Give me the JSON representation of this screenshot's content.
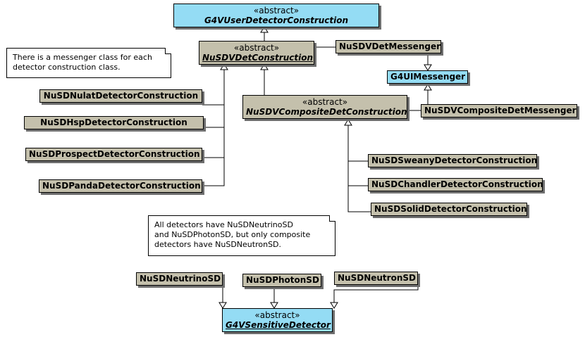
{
  "colors": {
    "abstract_fill": "#94dcf4",
    "concrete_fill": "#c4c0ac",
    "interface_fill": "#94dcf4",
    "shadow": "#6e6e6e"
  },
  "stereotype": "«abstract»",
  "classes": {
    "g4v_user_detector_construction": "G4VUserDetectorConstruction",
    "nusdv_det_construction": "NuSDVDetConstruction",
    "nusdv_det_messenger": "NuSDVDetMessenger",
    "g4ui_messenger": "G4UIMessenger",
    "nusdv_composite_det_construction": "NuSDVCompositeDetConstruction",
    "nusdv_composite_det_messenger": "NuSDVCompositeDetMessenger",
    "nusd_nulat": "NuSDNulatDetectorConstruction",
    "nusd_hsp": "NuSDHspDetectorConstruction",
    "nusd_prospect": "NuSDProspectDetectorConstruction",
    "nusd_panda": "NuSDPandaDetectorConstruction",
    "nusd_sweany": "NuSDSweanyDetectorConstruction",
    "nusd_chandler": "NuSDChandlerDetectorConstruction",
    "nusd_solid": "NuSDSolidDetectorConstruction",
    "nusd_neutrino_sd": "NuSDNeutrinoSD",
    "nusd_photon_sd": "NuSDPhotonSD",
    "nusd_neutron_sd": "NuSDNeutronSD",
    "g4v_sensitive_detector": "G4VSensitiveDetector"
  },
  "notes": {
    "messenger_note": "There is a messenger class for each\ndetector construction class.",
    "sd_note": "All detectors have NuSDNeutrinoSD\nand NuSDPhotonSD, but only composite\ndetectors have NuSDNeutronSD."
  }
}
